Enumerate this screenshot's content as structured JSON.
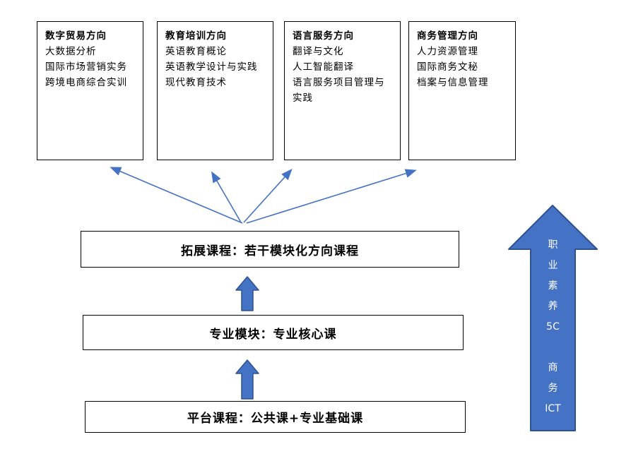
{
  "modules": [
    {
      "title": "数字贸易方向",
      "courses": [
        "大数据分析",
        "国际市场营销实务",
        "跨境电商综合实训"
      ]
    },
    {
      "title": "教育培训方向",
      "courses": [
        "英语教育概论",
        "英语教学设计与实践",
        "现代教育技术"
      ]
    },
    {
      "title": "语言服务方向",
      "courses": [
        "翻译与文化",
        "人工智能翻译",
        "语言服务项目管理与实践"
      ]
    },
    {
      "title": "商务管理方向",
      "courses": [
        "人力资源管理",
        "国际商务文秘",
        "档案与信息管理"
      ]
    }
  ],
  "levels": {
    "extension": "拓展课程：若干模块化方向课程",
    "core": "专业模块：专业核心课",
    "platform": "平台课程：公共课+专业基础课"
  },
  "side_arrow": {
    "lines": [
      "职",
      "业",
      "素",
      "养",
      "5C",
      "",
      "商",
      "务",
      "ICT"
    ]
  },
  "colors": {
    "connector_blue": "#4472C4",
    "block_arrow_fill": "#4472C4",
    "block_arrow_border": "#2F528F",
    "box_border": "#000000",
    "arrow_text": "#FFFFFF"
  }
}
